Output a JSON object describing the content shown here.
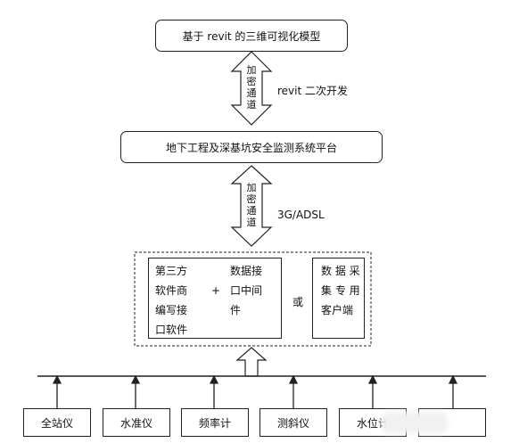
{
  "top_model": "基于 revit 的三维可视化模型",
  "arrow1": {
    "vertical_label": [
      "加",
      "密",
      "通",
      "道"
    ],
    "side_label": "revit 二次开发"
  },
  "platform": "地下工程及深基坑安全监测系统平台",
  "arrow2": {
    "vertical_label": [
      "加",
      "密",
      "通",
      "道"
    ],
    "side_label": "3G/ADSL"
  },
  "interface_group": {
    "third_party_lines": [
      "第三方",
      "软件商",
      "编写接",
      "口软件"
    ],
    "plus": "+",
    "data_interface_lines": [
      "数据接",
      "口中间",
      "件"
    ],
    "or": "或",
    "client_lines": [
      "数 据 采",
      "集 专 用",
      "客户端"
    ]
  },
  "instruments": [
    "全站仪",
    "水准仪",
    "频率计",
    "测斜仪",
    "水位计",
    ""
  ]
}
